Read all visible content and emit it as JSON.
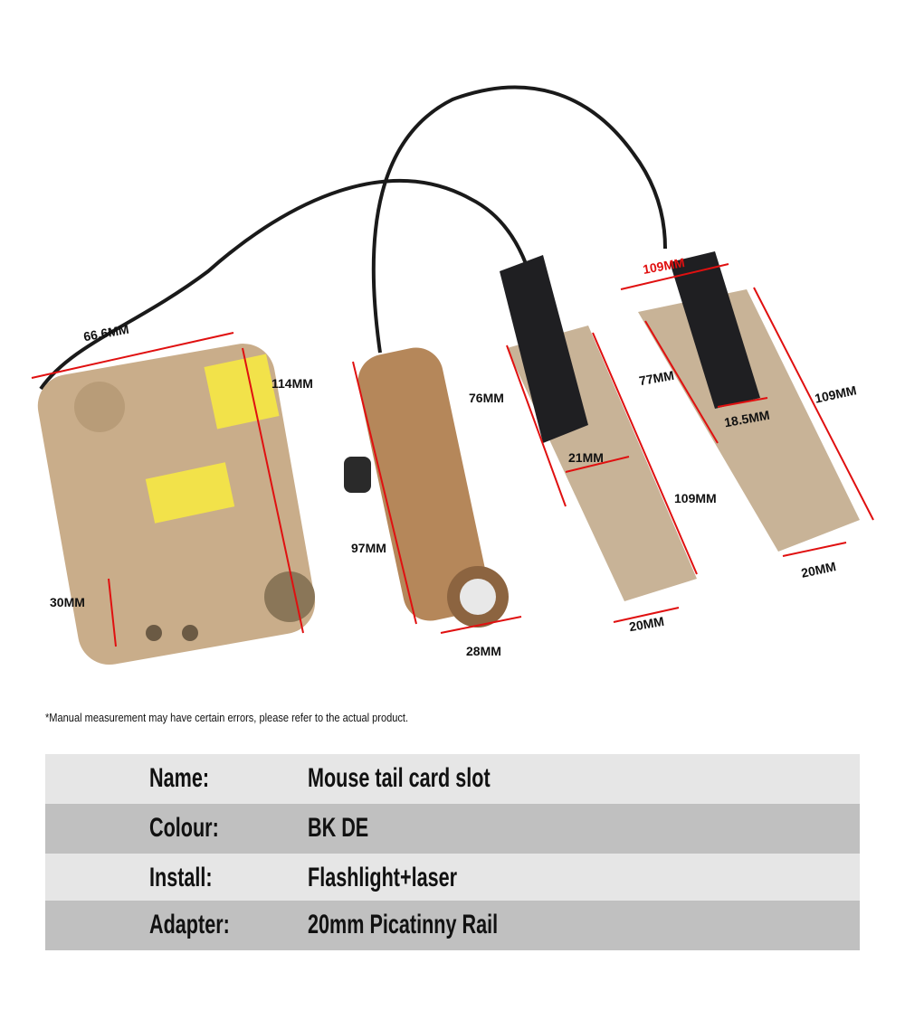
{
  "dimensions": {
    "laser_width": "66.6MM",
    "laser_length": "114MM",
    "laser_height": "30MM",
    "flashlight_length": "97MM",
    "flashlight_head": "28MM",
    "pad1_inner_length": "76MM",
    "pad1_slot_width": "21MM",
    "pad1_length": "109MM",
    "pad1_rail_width": "20MM",
    "pad2_top_width": "109MM",
    "pad2_inner_length": "77MM",
    "pad2_slot_width": "18.5MM",
    "pad2_length": "109MM",
    "pad2_rail_width": "20MM"
  },
  "note": "*Manual measurement may have certain errors, please refer to the actual product.",
  "specs": [
    {
      "label": "Name:",
      "value": "Mouse tail card slot"
    },
    {
      "label": "Colour:",
      "value": "BK DE"
    },
    {
      "label": "Install:",
      "value": "Flashlight+laser"
    },
    {
      "label": "Adapter:",
      "value": "20mm Picatinny Rail"
    }
  ],
  "colors": {
    "tan": "#c9ad8a",
    "measure": "#e01010",
    "row_light": "#e6e6e6",
    "row_dark": "#c0c0c0"
  }
}
